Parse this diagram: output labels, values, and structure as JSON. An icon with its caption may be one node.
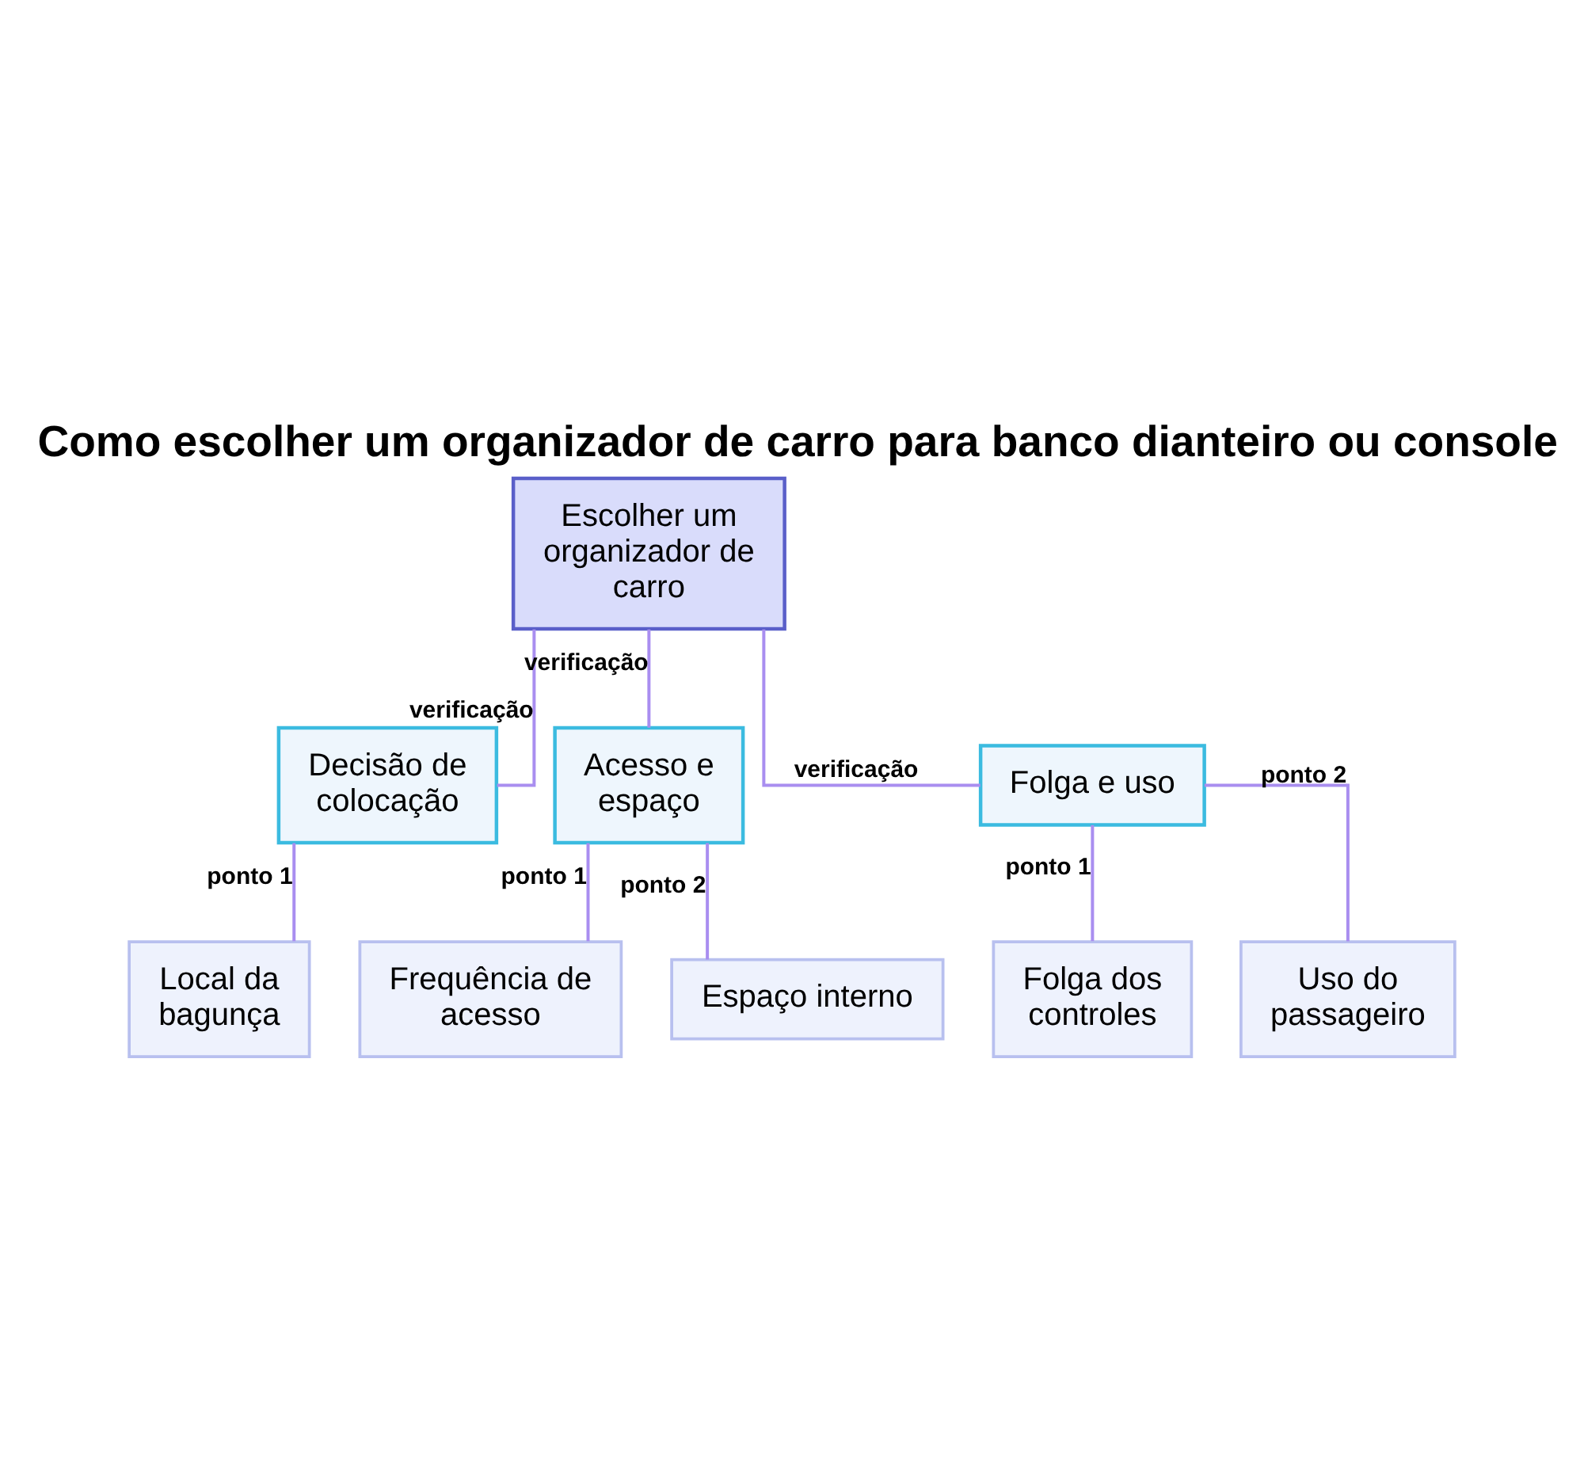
{
  "diagram": {
    "title": "Como escolher um organizador de carro para banco dianteiro ou console",
    "nodes": [
      {
        "text": [
          "Escolher um organizador de carro"
        ]
      },
      {
        "text": [
          "Decisão de colocação"
        ]
      },
      {
        "text": [
          "Acesso e espaço"
        ]
      },
      {
        "text": [
          "Folga e uso"
        ]
      },
      {
        "text": [
          "Local da bagunça"
        ]
      },
      {
        "text": [
          "Frequência de acesso"
        ]
      },
      {
        "text": [
          "Espaço interno"
        ]
      },
      {
        "text": [
          "Folga dos controles"
        ]
      },
      {
        "text": [
          "Uso do passageiro"
        ]
      }
    ],
    "edges": [
      {
        "from": 0,
        "to": 1,
        "arrow": "none",
        "label": "verificação"
      },
      {
        "from": 0,
        "to": 2,
        "arrow": "none",
        "label": "verificação"
      },
      {
        "from": 0,
        "to": 3,
        "arrow": "none",
        "label": "verificação"
      },
      {
        "from": 1,
        "to": 4,
        "arrow": "none",
        "label": "ponto 1"
      },
      {
        "from": 2,
        "to": 5,
        "arrow": "none",
        "label": "ponto 1"
      },
      {
        "from": 2,
        "to": 6,
        "arrow": "none",
        "label": "ponto 2"
      },
      {
        "from": 3,
        "to": 7,
        "arrow": "none",
        "label": "ponto 1"
      },
      {
        "from": 3,
        "to": 8,
        "arrow": "none",
        "label": "ponto 2"
      }
    ]
  }
}
